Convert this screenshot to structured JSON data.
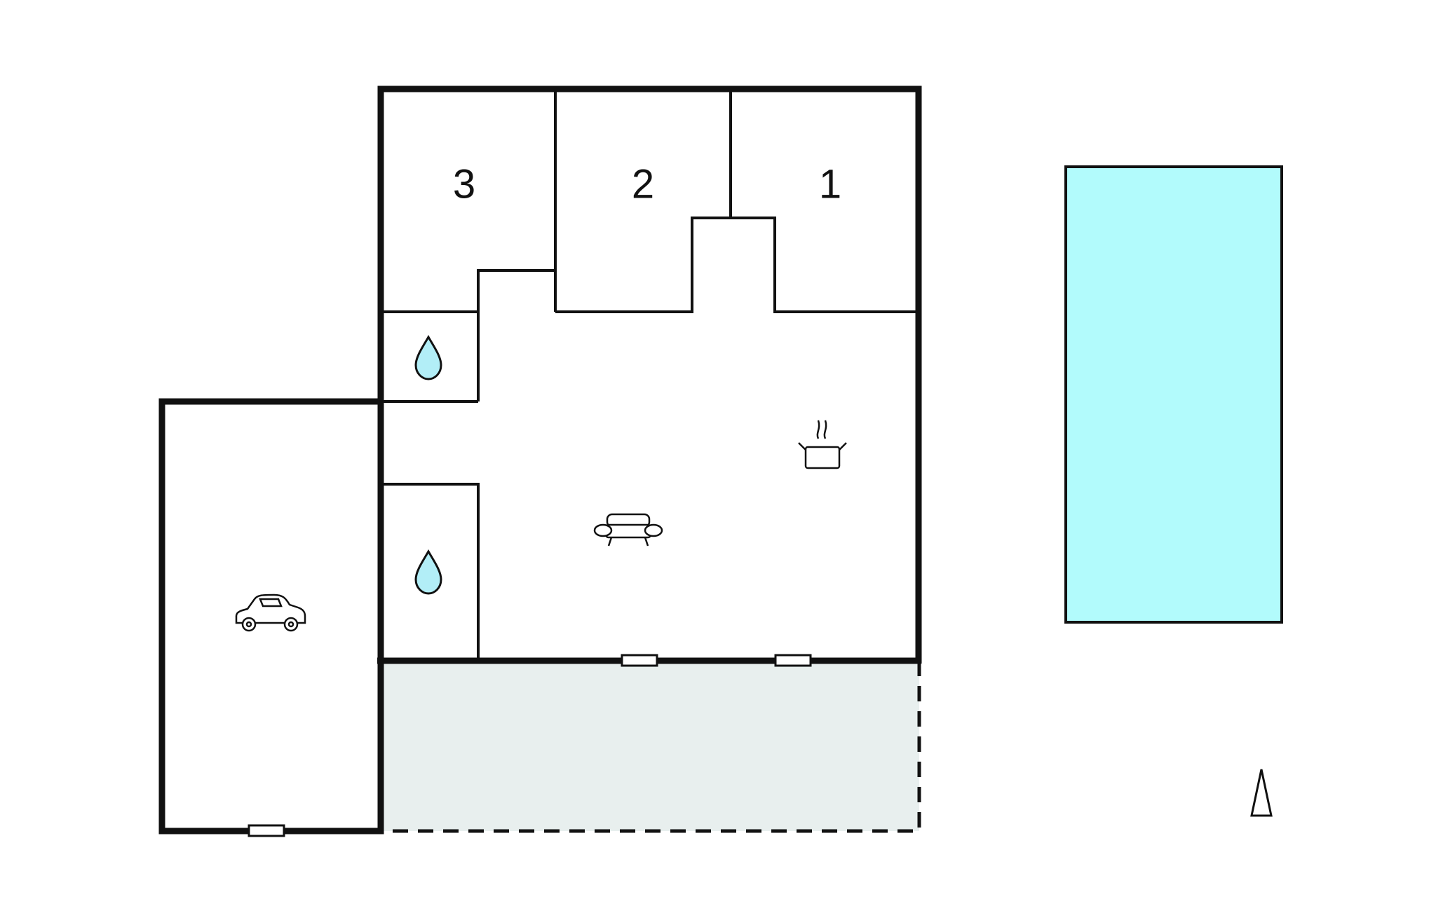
{
  "rooms": {
    "bedroom_3": {
      "label": "3"
    },
    "bedroom_2": {
      "label": "2"
    },
    "bedroom_1": {
      "label": "1"
    }
  },
  "icons": {
    "bathroom_upper": "water-drop-icon",
    "bathroom_lower": "water-drop-icon",
    "living_room": "sofa-icon",
    "kitchen": "cooking-pot-icon",
    "garage": "car-icon",
    "compass": "north-arrow-icon"
  },
  "colors": {
    "walls": "#111111",
    "pool": "#b2fbfc",
    "terrace": "#e8efee",
    "water_drop": "#b2eef7",
    "background": "#ffffff"
  }
}
